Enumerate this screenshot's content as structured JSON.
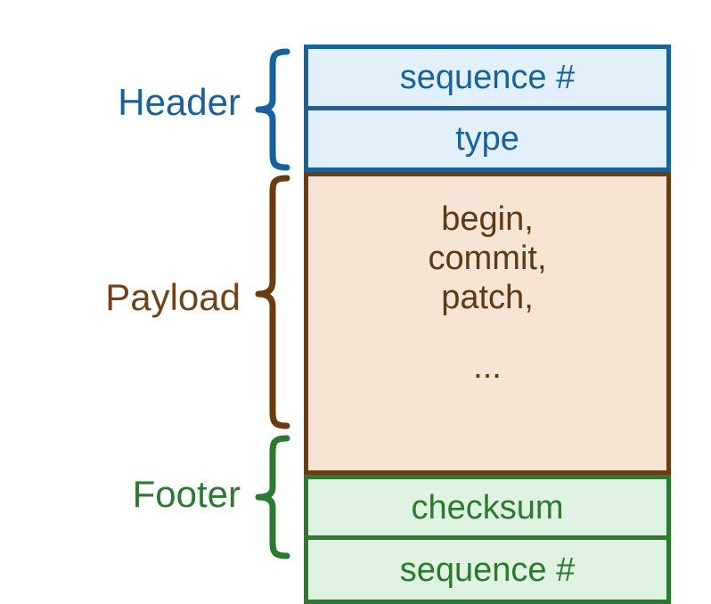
{
  "diagram": {
    "title": "packet-structure-diagram",
    "colors": {
      "header_stroke": "#15629E",
      "header_fill": "#E2F0FC",
      "payload_stroke": "#6B3C10",
      "payload_fill": "#F6E4D5",
      "payload_text": "#5E3A14",
      "footer_stroke": "#2A7A2F",
      "footer_fill": "#E0F2E1",
      "background": "#FFFFFF"
    },
    "sections": [
      {
        "label": "Header",
        "rows": [
          {
            "text": "sequence #"
          },
          {
            "text": "type"
          }
        ]
      },
      {
        "label": "Payload",
        "rows": [
          {
            "text": "begin,"
          },
          {
            "text": "commit,"
          },
          {
            "text": "patch,"
          },
          {
            "text": "..."
          }
        ]
      },
      {
        "label": "Footer",
        "rows": [
          {
            "text": "checksum"
          },
          {
            "text": "sequence #"
          }
        ]
      }
    ]
  }
}
